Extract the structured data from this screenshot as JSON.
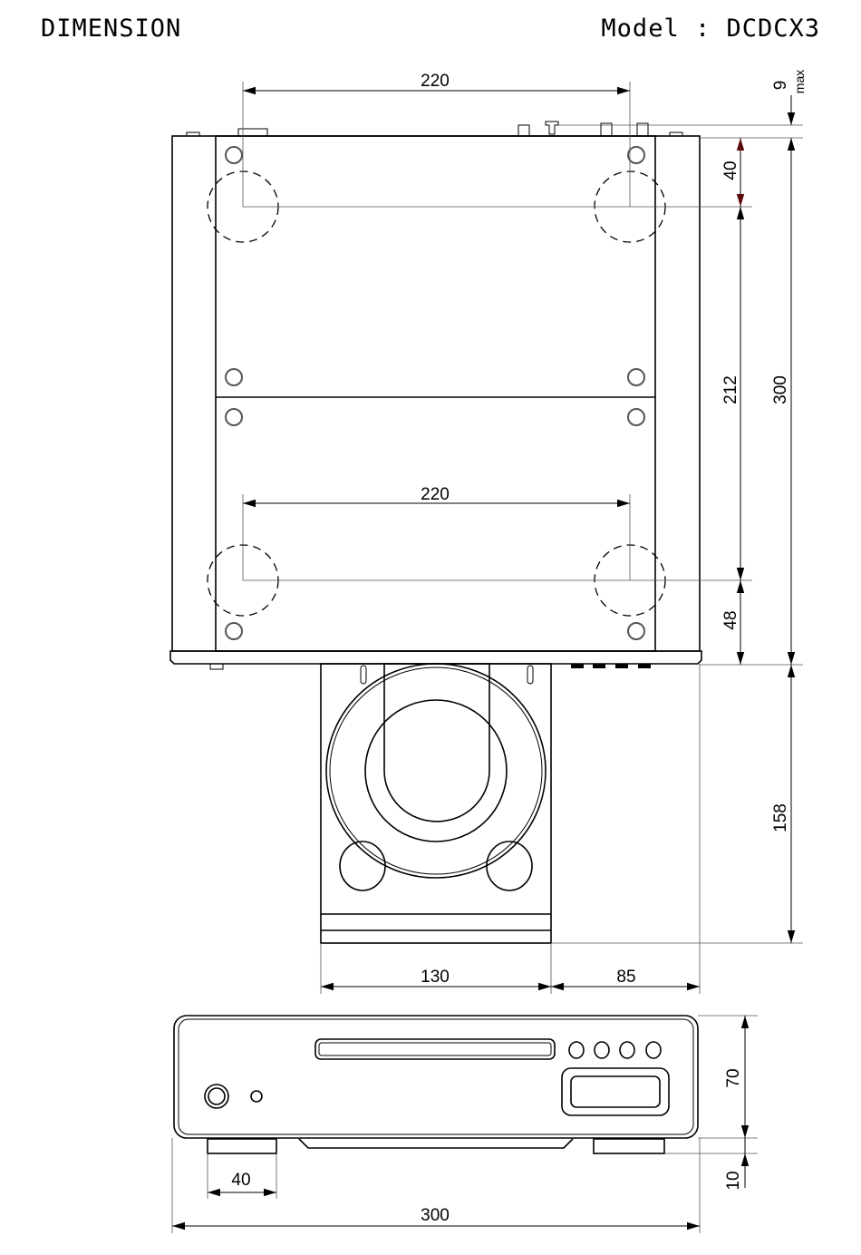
{
  "header": {
    "title": "DIMENSION",
    "model": "Model : DCDCX3"
  },
  "dimensions": {
    "top_width_rear": "220",
    "top_width_front": "220",
    "depth_rear_offset": "40",
    "depth_foot_spacing": "212",
    "depth_front_offset": "48",
    "depth_total": "300",
    "rear_protrusion": "9",
    "rear_protrusion_note": "max",
    "stand_depth": "158",
    "stand_width": "130",
    "stand_side_offset": "85",
    "height_body": "70",
    "height_foot": "10",
    "foot_width": "40",
    "width_total": "300"
  },
  "colors": {
    "line": "#000000",
    "accent_arrow": "#5a0a0a"
  }
}
